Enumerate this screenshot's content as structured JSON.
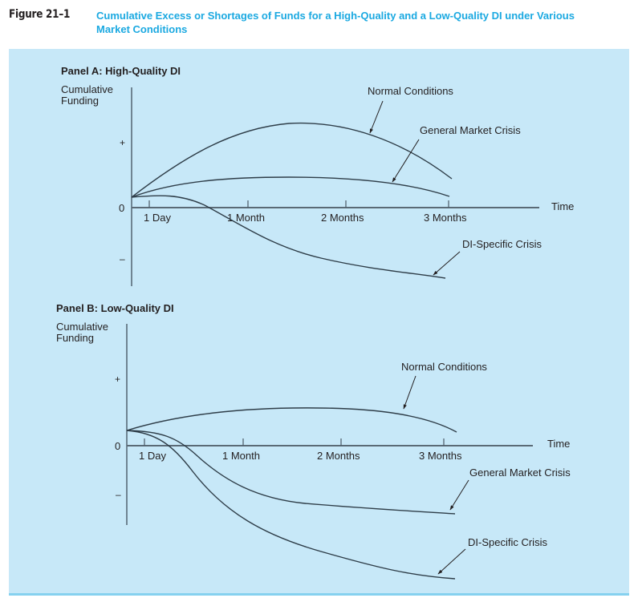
{
  "figure": {
    "number": "Figure 21–1",
    "title": "Cumulative Excess or Shortages of Funds for a High-Quality and a Low-Quality DI under Various Market Conditions"
  },
  "colors": {
    "title": "#1ba9e1",
    "panel_background": "#c7e8f8",
    "panel_rule": "#86d1ef",
    "ink": "#231f20",
    "axis": "#4a5a66"
  },
  "panels": [
    {
      "title": "Panel A: High-Quality DI",
      "ylabel_line1": "Cumulative",
      "ylabel_line2": "Funding",
      "y_ticks": [
        "+",
        "0",
        "–"
      ],
      "xlabel": "Time",
      "x_ticks": [
        "1 Day",
        "1 Month",
        "2 Months",
        "3 Months"
      ],
      "labels": {
        "normal": "Normal Conditions",
        "general": "General Market Crisis",
        "di_specific": "DI-Specific Crisis"
      }
    },
    {
      "title": "Panel B: Low-Quality DI",
      "ylabel_line1": "Cumulative",
      "ylabel_line2": "Funding",
      "y_ticks": [
        "+",
        "0",
        "–"
      ],
      "xlabel": "Time",
      "x_ticks": [
        "1 Day",
        "1 Month",
        "2 Months",
        "3 Months"
      ],
      "labels": {
        "normal": "Normal Conditions",
        "general": "General Market Crisis",
        "di_specific": "DI-Specific Crisis"
      }
    }
  ],
  "chart_data": [
    {
      "type": "line",
      "title": "Panel A: High-Quality DI",
      "xlabel": "Time",
      "ylabel": "Cumulative Funding",
      "categories": [
        "0",
        "1 Day",
        "1 Month",
        "2 Months",
        "3 Months"
      ],
      "y_tick_labels": [
        "+",
        "0",
        "–"
      ],
      "grid": false,
      "legend": "inline annotations with arrows",
      "series": [
        {
          "name": "Normal Conditions",
          "values": [
            0.15,
            0.35,
            1.1,
            1.2,
            0.4
          ]
        },
        {
          "name": "General Market Crisis",
          "values": [
            0.15,
            0.22,
            0.42,
            0.42,
            0.17
          ]
        },
        {
          "name": "DI-Specific Crisis",
          "values": [
            0.15,
            0.16,
            -0.35,
            -0.78,
            -1.0
          ]
        }
      ]
    },
    {
      "type": "line",
      "title": "Panel B: Low-Quality DI",
      "xlabel": "Time",
      "ylabel": "Cumulative Funding",
      "categories": [
        "0",
        "1 Day",
        "1 Month",
        "2 Months",
        "3 Months"
      ],
      "y_tick_labels": [
        "+",
        "0",
        "–"
      ],
      "grid": false,
      "legend": "inline annotations with arrows",
      "series": [
        {
          "name": "Normal Conditions",
          "values": [
            0.2,
            0.27,
            0.47,
            0.48,
            0.25
          ]
        },
        {
          "name": "General Market Crisis",
          "values": [
            0.2,
            0.08,
            -0.65,
            -0.85,
            -0.92
          ]
        },
        {
          "name": "DI-Specific Crisis",
          "values": [
            0.2,
            0.02,
            -1.0,
            -1.45,
            -1.7
          ]
        }
      ]
    }
  ]
}
